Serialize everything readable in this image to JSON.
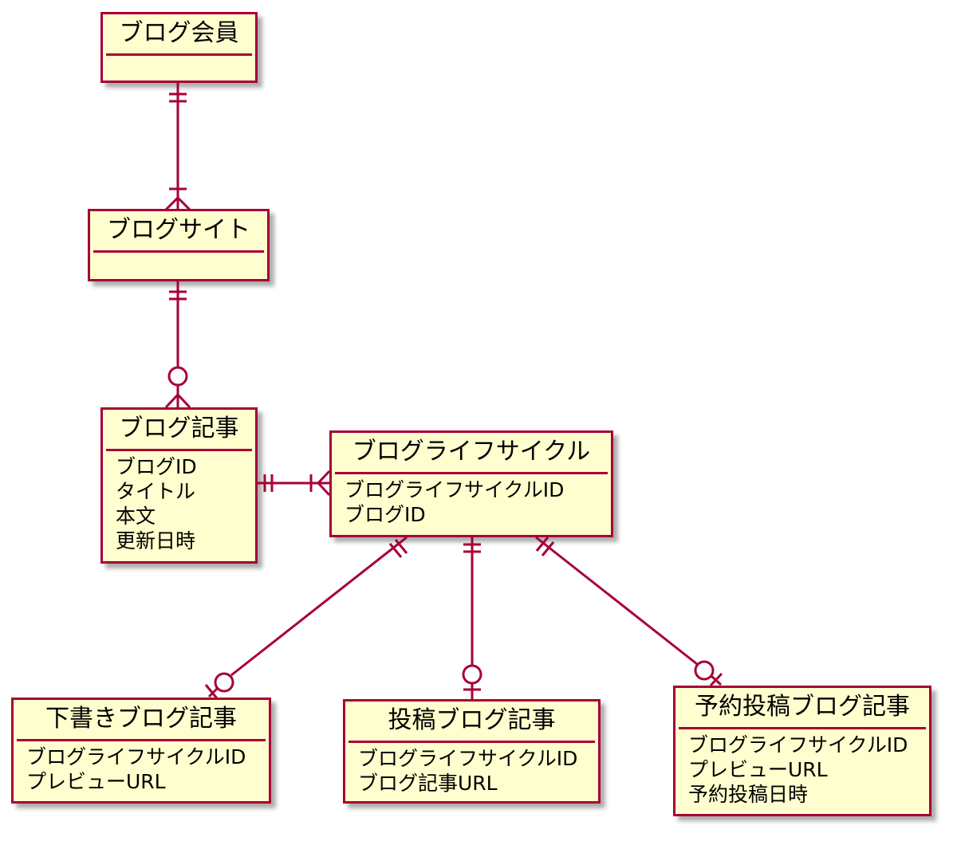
{
  "entities": {
    "blog_member": {
      "name": "ブログ会員",
      "attributes": []
    },
    "blog_site": {
      "name": "ブログサイト",
      "attributes": []
    },
    "blog_article": {
      "name": "ブログ記事",
      "attributes": [
        "ブログID",
        "タイトル",
        "本文",
        "更新日時"
      ]
    },
    "blog_lifecycle": {
      "name": "ブログライフサイクル",
      "attributes": [
        "ブログライフサイクルID",
        "ブログID"
      ]
    },
    "draft_article": {
      "name": "下書きブログ記事",
      "attributes": [
        "ブログライフサイクルID",
        "プレビューURL"
      ]
    },
    "posted_article": {
      "name": "投稿ブログ記事",
      "attributes": [
        "ブログライフサイクルID",
        "ブログ記事URL"
      ]
    },
    "scheduled_article": {
      "name": "予約投稿ブログ記事",
      "attributes": [
        "ブログライフサイクルID",
        "プレビューURL",
        "予約投稿日時"
      ]
    }
  },
  "colors": {
    "entity_fill": "#FEFECE",
    "entity_border": "#A80036",
    "edge": "#A80036"
  }
}
